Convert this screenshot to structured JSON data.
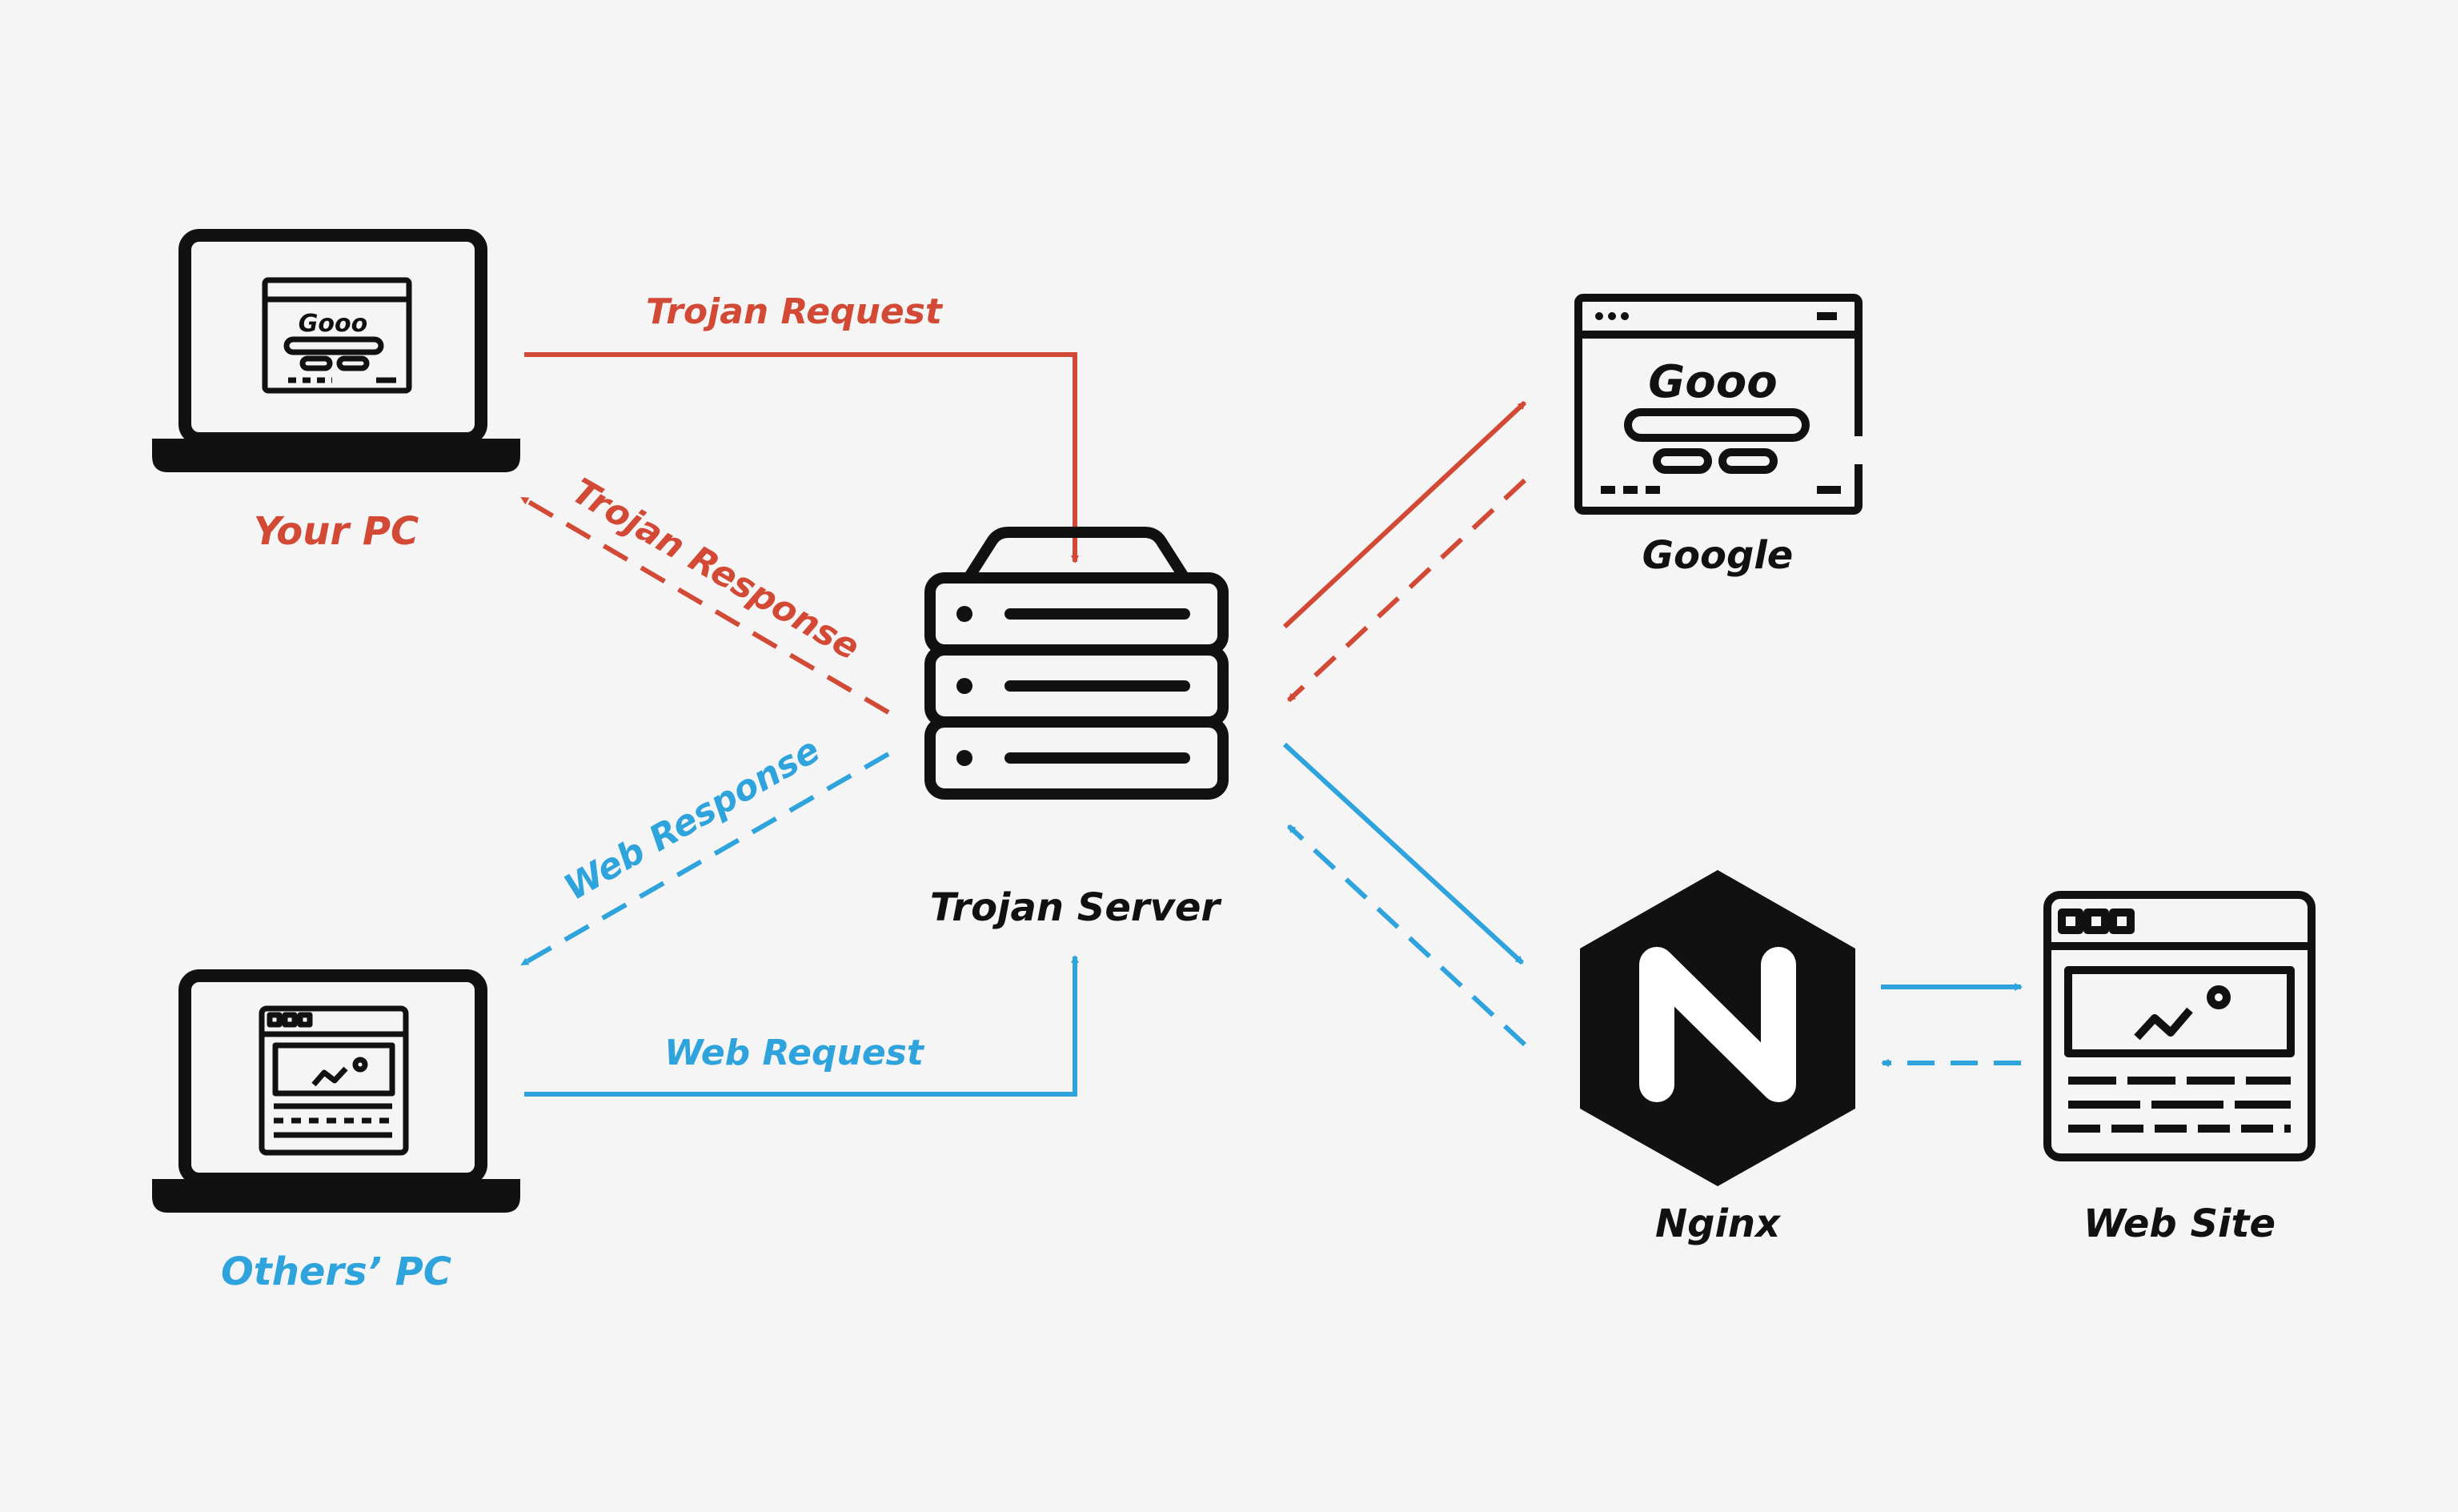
{
  "colors": {
    "background": "#f5f5f5",
    "trojan": "#d24a35",
    "web": "#2ea3dc",
    "icon": "#111111"
  },
  "nodes": {
    "your_pc": {
      "label": "Your PC",
      "icon": "laptop-icon"
    },
    "others_pc": {
      "label": "Others’ PC",
      "icon": "laptop-icon"
    },
    "trojan_server": {
      "label": "Trojan Server",
      "icon": "server-icon"
    },
    "google": {
      "label": "Google",
      "icon": "browser-icon",
      "logo_text": "Gooo"
    },
    "nginx": {
      "label": "Nginx",
      "icon": "nginx-logo-icon",
      "logo_text": "N"
    },
    "web_site": {
      "label": "Web Site",
      "icon": "webpage-icon"
    }
  },
  "edges": {
    "trojan_request": {
      "label": "Trojan Request",
      "from": "Your PC",
      "to": "Trojan Server",
      "style": "solid"
    },
    "trojan_response": {
      "label": "Trojan Response",
      "from": "Trojan Server",
      "to": "Your PC",
      "style": "dashed"
    },
    "web_request": {
      "label": "Web Request",
      "from": "Others’ PC",
      "to": "Trojan Server",
      "style": "solid"
    },
    "web_response": {
      "label": "Web Response",
      "from": "Trojan Server",
      "to": "Others’ PC",
      "style": "dashed"
    },
    "server_to_google": {
      "from": "Trojan Server",
      "to": "Google",
      "style": "solid"
    },
    "google_to_server": {
      "from": "Google",
      "to": "Trojan Server",
      "style": "dashed"
    },
    "server_to_nginx": {
      "from": "Trojan Server",
      "to": "Nginx",
      "style": "solid"
    },
    "nginx_to_server": {
      "from": "Nginx",
      "to": "Trojan Server",
      "style": "dashed"
    },
    "nginx_to_website": {
      "from": "Nginx",
      "to": "Web Site",
      "style": "solid"
    },
    "website_to_nginx": {
      "from": "Web Site",
      "to": "Nginx",
      "style": "dashed"
    }
  }
}
